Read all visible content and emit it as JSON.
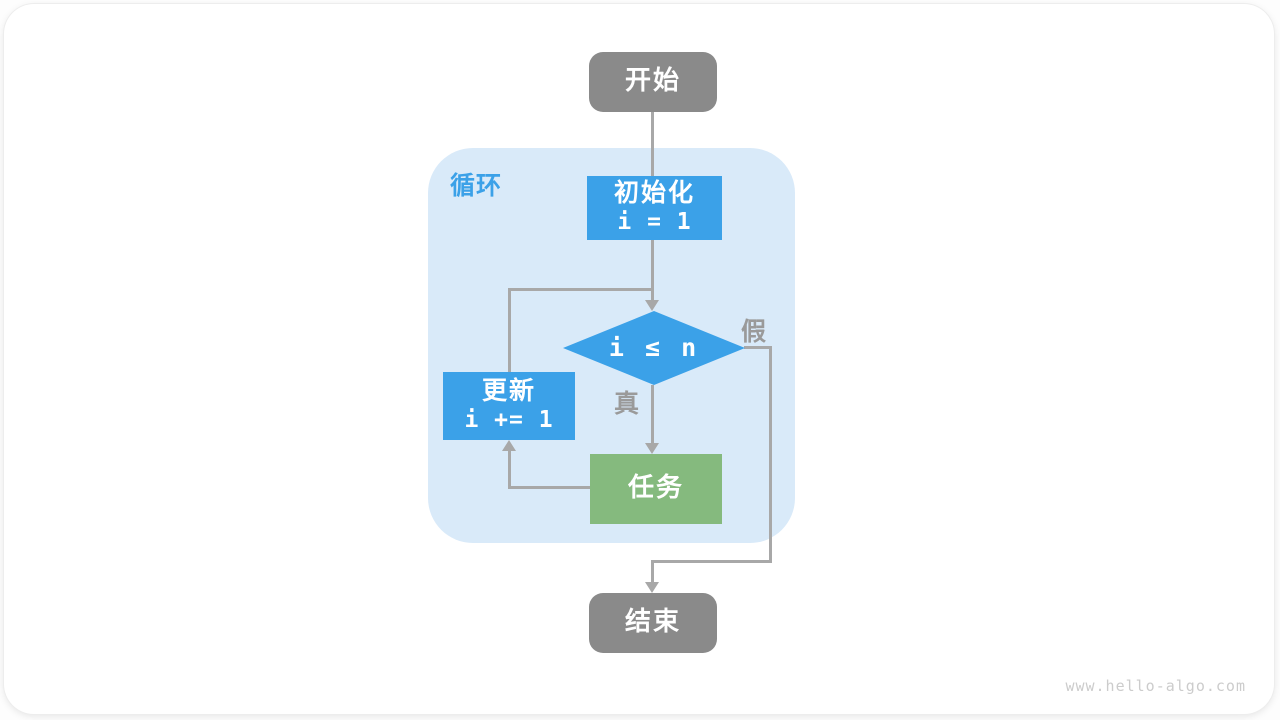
{
  "colors": {
    "box_blue": "#3ba1e8",
    "box_green": "#85ba7e",
    "box_gray": "#8a8a8a",
    "loop_bg": "#d9eaf9",
    "loop_label": "#3ba1e8",
    "line": "#a8a8a8",
    "branch_label": "#9a9a9a",
    "watermark": "#cccccc"
  },
  "flowchart": {
    "start": {
      "label": "开始"
    },
    "loop_container": {
      "label": "循环"
    },
    "init": {
      "title": "初始化",
      "code": "i = 1"
    },
    "condition": {
      "code": "i ≤ n"
    },
    "branch_true": {
      "label": "真"
    },
    "branch_false": {
      "label": "假"
    },
    "update": {
      "title": "更新",
      "code": "i += 1"
    },
    "task": {
      "label": "任务"
    },
    "end": {
      "label": "结束"
    }
  },
  "watermark": {
    "text": "www.hello-algo.com"
  }
}
